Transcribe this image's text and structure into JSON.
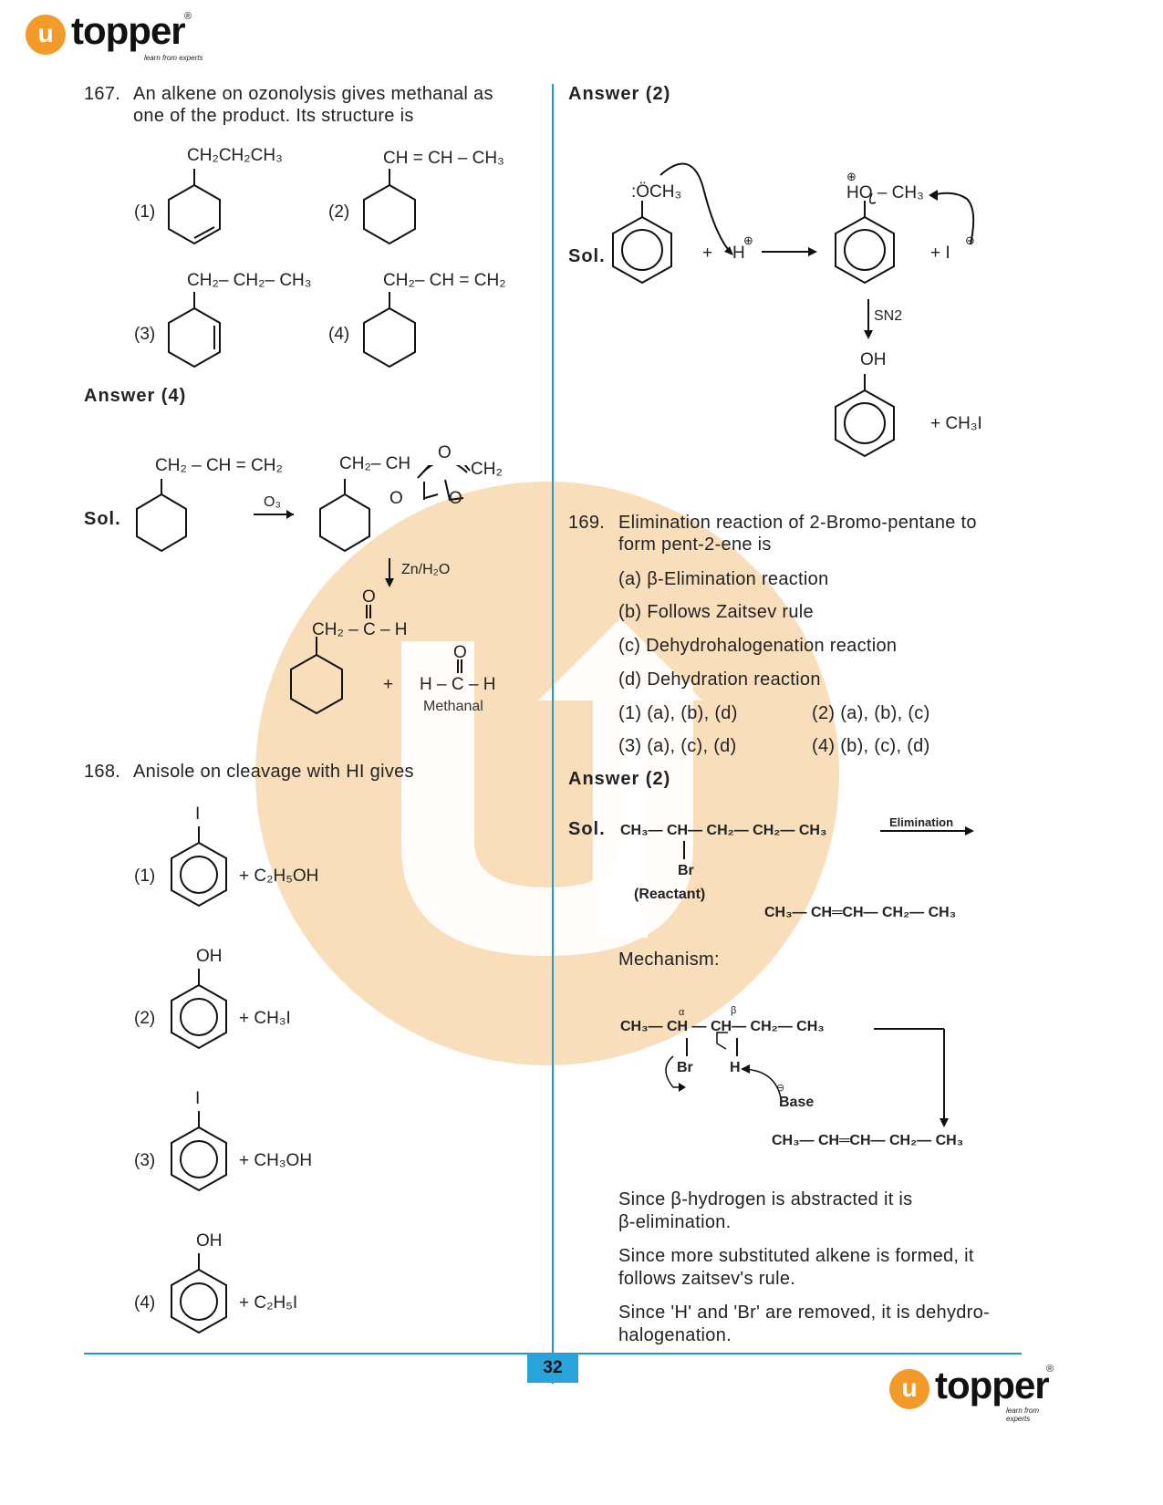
{
  "brand": {
    "logo_text": "topper",
    "logo_letter": "u",
    "registered": "®",
    "tagline": "learn from experts"
  },
  "page_number": "32",
  "colors": {
    "accent": "#1a9ad6",
    "orange": "#f39a2b",
    "watermark": "#f7d3a6",
    "page_box": "#29a3dc"
  },
  "q167": {
    "number": "167.",
    "text_line1": "An alkene on ozonolysis gives methanal as",
    "text_line2": "one of the product. Its structure is",
    "opt1": {
      "label": "(1)",
      "sub": "CH₂CH₂CH₃"
    },
    "opt2": {
      "label": "(2)",
      "sub": "CH = CH – CH₃"
    },
    "opt3": {
      "label": "(3)",
      "sub": "CH₂– CH₂– CH₃"
    },
    "opt4": {
      "label": "(4)",
      "sub": "CH₂– CH = CH₂"
    },
    "answer": "Answer (4)",
    "sol": "Sol.",
    "reactant": "CH₂ – CH = CH₂",
    "reagent": "O₃",
    "ozonide_1": "CH₂– CH",
    "ozonide_o1": "O",
    "ozonide_o2": "O",
    "ozonide_o3": "O",
    "ozonide_ch2": "CH₂",
    "reagent2": "Zn/H₂O",
    "aldehyde_o": "O",
    "aldehyde": "CH₂ – C – H",
    "plus": "+",
    "methanal_o": "O",
    "methanal": "H – C – H",
    "methanal_label": "Methanal"
  },
  "q168": {
    "number": "168.",
    "text": "Anisole on cleavage with HI gives",
    "opt1": {
      "label": "(1)",
      "top": "I",
      "product": "+ C₂H₅OH"
    },
    "opt2": {
      "label": "(2)",
      "top": "OH",
      "product": "+ CH₃I"
    },
    "opt3": {
      "label": "(3)",
      "top": "I",
      "product": "+ CH₃OH"
    },
    "opt4": {
      "label": "(4)",
      "top": "OH",
      "product": "+ C₂H₅I"
    }
  },
  "ans168": {
    "answer": "Answer  (2)",
    "sol": "Sol.",
    "och3": ":ÖCH₃",
    "plus_h": "+ ",
    "h": "H",
    "plus_sign": "⊕",
    "oxonium": "HO – CH₃",
    "oxonium_charge": "⊕",
    "plus_i": "+  I",
    "minus": "⊖",
    "sn2": "SN2",
    "oh": "OH",
    "plus_ch3i": "+   CH₃I"
  },
  "q169": {
    "number": "169.",
    "text_line1": "Elimination reaction of 2-Bromo-pentane to",
    "text_line2": "form pent-2-ene is",
    "items": [
      "(a)  β-Elimination reaction",
      "(b)  Follows Zaitsev rule",
      "(c)  Dehydrohalogenation reaction",
      "(d)  Dehydration reaction"
    ],
    "opt1": "(1)  (a), (b), (d)",
    "opt2": "(2)  (a), (b), (c)",
    "opt3": "(3)  (a), (c), (d)",
    "opt4": "(4)  (b), (c), (d)",
    "answer": "Answer (2)",
    "sol": "Sol.",
    "reactant_chain": "CH₃— CH— CH₂— CH₂— CH₃",
    "br": "Br",
    "reactant_label": "(Reactant)",
    "elimination": "Elimination",
    "product_chain": "CH₃— CH═CH— CH₂— CH₃",
    "mechanism": "Mechanism:",
    "mech_chain": "CH₃— CH — CH— CH₂— CH₃",
    "alpha": "α",
    "beta": "β",
    "mech_br": "Br",
    "mech_h": "H",
    "base": "Base",
    "base_charge": "⊖",
    "mech_product": "CH₃— CH═CH— CH₂— CH₃",
    "exp1_line1": "Since  β-hydrogen  is  abstracted  it  is",
    "exp1_line2": "β-elimination.",
    "exp2_line1": "Since more substituted alkene is formed, it",
    "exp2_line2": "follows zaitsev's rule.",
    "exp3_line1": "Since 'H' and 'Br' are removed, it is dehydro-",
    "exp3_line2": "halogenation."
  }
}
